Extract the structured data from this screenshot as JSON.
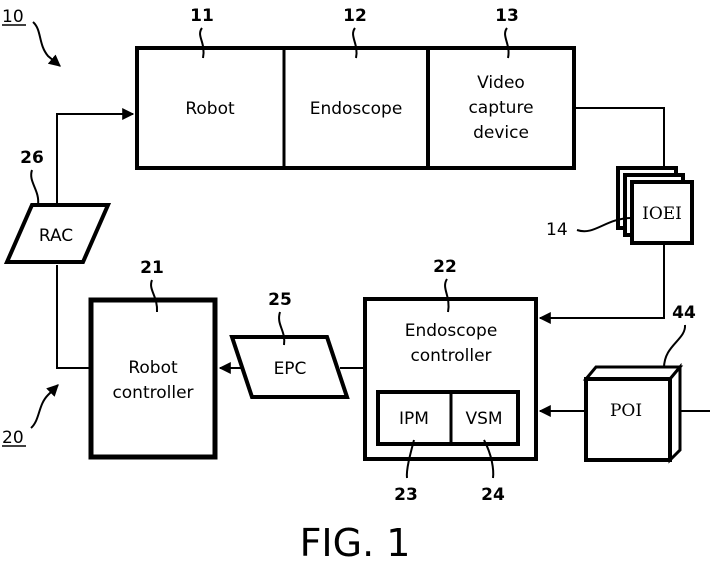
{
  "figure": {
    "caption": "FIG. 1",
    "system_ref": "10",
    "subsystem_ref": "20"
  },
  "blocks": {
    "robot": {
      "ref": "11",
      "label": "Robot"
    },
    "endoscope": {
      "ref": "12",
      "label": "Endoscope"
    },
    "video_capture": {
      "ref": "13",
      "lines": [
        "Video",
        "capture",
        "device"
      ]
    },
    "ioei": {
      "ref": "14",
      "label": "IOEI"
    },
    "robot_controller": {
      "ref": "21",
      "lines": [
        "Robot",
        "controller"
      ]
    },
    "endoscope_controller": {
      "ref": "22",
      "lines": [
        "Endoscope",
        "controller"
      ]
    },
    "ipm": {
      "ref": "23",
      "label": "IPM"
    },
    "vsm": {
      "ref": "24",
      "label": "VSM"
    },
    "epc": {
      "ref": "25",
      "label": "EPC"
    },
    "rac": {
      "ref": "26",
      "label": "RAC"
    },
    "poi": {
      "ref": "44",
      "label": "POI"
    }
  },
  "colors": {
    "ink": "#000000",
    "paper": "#ffffff"
  }
}
